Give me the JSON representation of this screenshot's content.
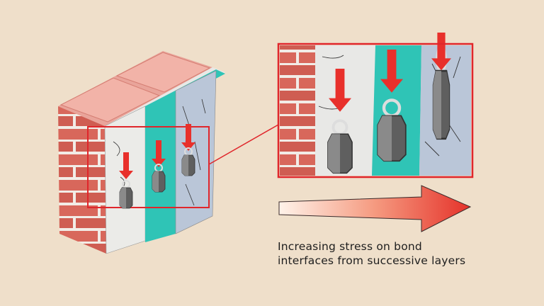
{
  "caption": {
    "line1": "Increasing stress on bond",
    "line2": "interfaces from successive layers"
  },
  "colors": {
    "background": "#efdfca",
    "highlight": "#e0262b",
    "brick": "#d9695e",
    "render": "#e6e6e4",
    "adhesive": "#2fc4b6",
    "finish": "#b8c4d6",
    "weight": "#6b6b6b"
  },
  "icons": [
    "brick-wall-illustration",
    "zoom-box",
    "stress-arrow",
    "weight-icon",
    "down-arrow-icon"
  ]
}
